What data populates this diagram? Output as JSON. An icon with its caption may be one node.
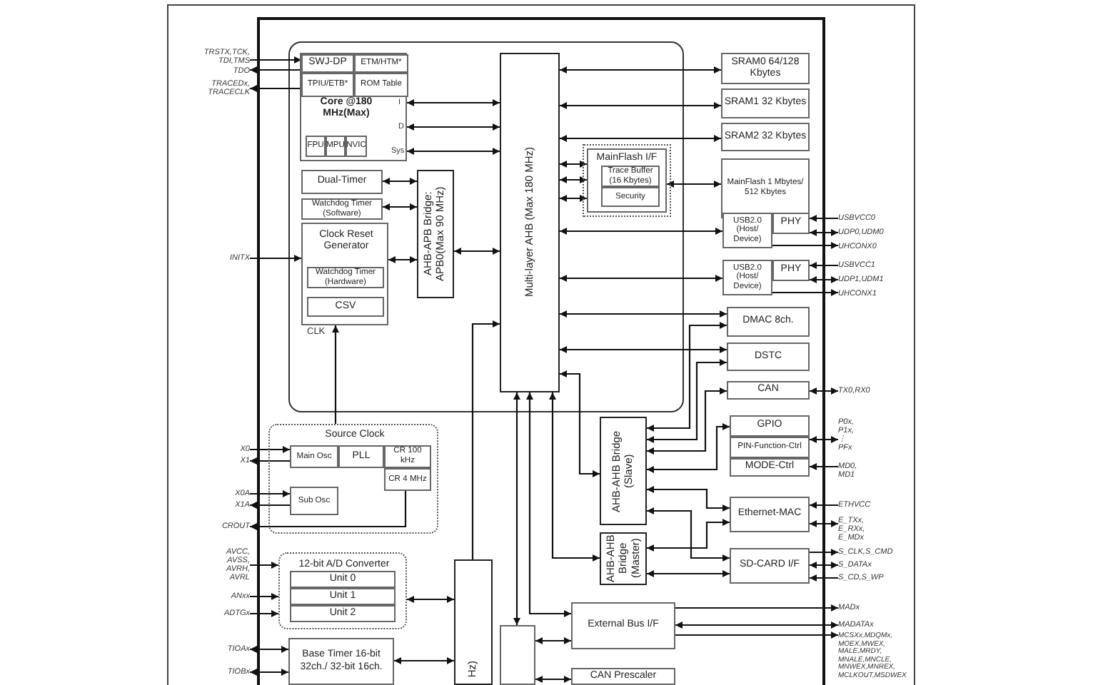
{
  "diagram": {
    "nodes": [
      {
        "text": [
          "Core @180 MHz(Max)"
        ]
      },
      {
        "text": [
          "SWJ-DP"
        ],
        "in": 0
      },
      {
        "text": [
          "ETM/HTM*"
        ],
        "in": 0
      },
      {
        "text": [
          "TPIU/ETB*"
        ],
        "in": 0
      },
      {
        "text": [
          "ROM Table"
        ],
        "in": 0
      },
      {
        "text": [
          "FPU"
        ],
        "in": 0
      },
      {
        "text": [
          "MPU"
        ],
        "in": 0
      },
      {
        "text": [
          "NVIC"
        ],
        "in": 0
      },
      {
        "text": [
          "Dual-Timer"
        ]
      },
      {
        "text": [
          "Watchdog Timer (Software)"
        ]
      },
      {
        "text": [
          "Clock Reset Generator"
        ]
      },
      {
        "text": [
          "Watchdog Timer (Hardware)"
        ],
        "in": 10
      },
      {
        "text": [
          "CSV"
        ],
        "in": 10
      },
      {
        "text": [
          "AHB-APB Bridge: APB0(Max 90 MHz)"
        ]
      },
      {
        "text": [
          "Multi-layer AHB (Max 180 MHz)"
        ]
      },
      {
        "text": [
          "MainFlash I/F"
        ]
      },
      {
        "text": [
          "Trace Buffer (16 Kbytes)"
        ],
        "in": 15
      },
      {
        "text": [
          "Security"
        ],
        "in": 15
      },
      {
        "text": [
          "SRAM0 64/128 Kbytes"
        ]
      },
      {
        "text": [
          "SRAM1 32 Kbytes"
        ]
      },
      {
        "text": [
          "SRAM2 32 Kbytes"
        ]
      },
      {
        "text": [
          "MainFlash 1 Mbytes/ 512 Kbytes"
        ]
      },
      {
        "text": [
          "USB2.0 (Host/ Device)"
        ]
      },
      {
        "text": [
          "PHY"
        ]
      },
      {
        "text": [
          "USB2.0 (Host/ Device)"
        ]
      },
      {
        "text": [
          "PHY"
        ]
      },
      {
        "text": [
          "DMAC 8ch."
        ]
      },
      {
        "text": [
          "DSTC"
        ]
      },
      {
        "text": [
          "CAN"
        ]
      },
      {
        "text": [
          "AHB-AHB Bridge (Slave)"
        ]
      },
      {
        "text": [
          "GPIO"
        ]
      },
      {
        "text": [
          "PIN-Function-Ctrl"
        ]
      },
      {
        "text": [
          "MODE-Ctrl"
        ]
      },
      {
        "text": [
          "Ethernet-MAC"
        ]
      },
      {
        "text": [
          "AHB-AHB Bridge (Master)"
        ]
      },
      {
        "text": [
          "SD-CARD I/F"
        ]
      },
      {
        "text": [
          "Source Clock"
        ]
      },
      {
        "text": [
          "Main Osc"
        ],
        "in": 36
      },
      {
        "text": [
          "PLL"
        ],
        "in": 36
      },
      {
        "text": [
          "CR 100 kHz"
        ],
        "in": 36
      },
      {
        "text": [
          "CR 4 MHz"
        ],
        "in": 36
      },
      {
        "text": [
          "Sub Osc"
        ],
        "in": 36
      },
      {
        "text": [
          "12-bit A/D Converter"
        ]
      },
      {
        "text": [
          "Unit 0"
        ],
        "in": 42
      },
      {
        "text": [
          "Unit 1"
        ],
        "in": 42
      },
      {
        "text": [
          "Unit 2"
        ],
        "in": 42
      },
      {
        "text": [
          "Base Timer 16-bit 32ch./ 32-bit 16ch."
        ]
      },
      {
        "text": [
          "Hz)"
        ]
      },
      {
        "text": [],
        "shape": "box"
      },
      {
        "text": [
          "External Bus I/F"
        ]
      },
      {
        "text": [
          "CAN Prescaler"
        ]
      },
      {
        "text": [
          "TRSTX,TCK, TDI,TMS"
        ]
      },
      {
        "text": [
          "TDO"
        ]
      },
      {
        "text": [
          "TRACEDx, TRACECLK"
        ]
      },
      {
        "text": [
          "INITX"
        ]
      },
      {
        "text": [
          "X0"
        ]
      },
      {
        "text": [
          "X1"
        ]
      },
      {
        "text": [
          "X0A"
        ]
      },
      {
        "text": [
          "X1A"
        ]
      },
      {
        "text": [
          "CROUT"
        ]
      },
      {
        "text": [
          "AVCC, AVSS, AVRH, AVRL"
        ]
      },
      {
        "text": [
          "ANxx"
        ]
      },
      {
        "text": [
          "ADTGx"
        ]
      },
      {
        "text": [
          "TIOAx"
        ]
      },
      {
        "text": [
          "TIOBx"
        ]
      },
      {
        "text": [
          "USBVCC0"
        ]
      },
      {
        "text": [
          "UDP0,UDM0"
        ]
      },
      {
        "text": [
          "UHCONX0"
        ]
      },
      {
        "text": [
          "USBVCC1"
        ]
      },
      {
        "text": [
          "UDP1,UDM1"
        ]
      },
      {
        "text": [
          "UHCONX1"
        ]
      },
      {
        "text": [
          "TX0,RX0"
        ]
      },
      {
        "text": [
          "P0x, P1x, ⋮ PFx"
        ]
      },
      {
        "text": [
          "MD0, MD1"
        ]
      },
      {
        "text": [
          "ETHVCC"
        ]
      },
      {
        "text": [
          "E_TXx, E_RXx, E_MDx"
        ]
      },
      {
        "text": [
          "S_CLK,S_CMD"
        ]
      },
      {
        "text": [
          "S_DATAx"
        ]
      },
      {
        "text": [
          "S_CD,S_WP"
        ]
      },
      {
        "text": [
          "MADx"
        ]
      },
      {
        "text": [
          "MADATAx"
        ]
      },
      {
        "text": [
          "MCSXx,MDQMx, MOEX,MWEX, MALE,MRDY, MNALE,MNCLE, MNWEX,MNREX, MCLKOUT,MSDWEX"
        ]
      }
    ],
    "edges": [
      {
        "from": 51,
        "to": 1,
        "arrow": "to"
      },
      {
        "from": 1,
        "to": 52,
        "arrow": "to"
      },
      {
        "from": 3,
        "to": 53,
        "arrow": "to"
      },
      {
        "from": 0,
        "to": 14,
        "arrow": "both"
      },
      {
        "from": 0,
        "to": 14,
        "arrow": "both"
      },
      {
        "from": 0,
        "to": 14,
        "arrow": "both"
      },
      {
        "from": 8,
        "to": 13,
        "arrow": "both"
      },
      {
        "from": 9,
        "to": 13,
        "arrow": "both"
      },
      {
        "from": 10,
        "to": 13,
        "arrow": "both"
      },
      {
        "from": 13,
        "to": 14,
        "arrow": "both"
      },
      {
        "from": 14,
        "to": 18,
        "arrow": "both"
      },
      {
        "from": 14,
        "to": 19,
        "arrow": "both"
      },
      {
        "from": 14,
        "to": 20,
        "arrow": "both"
      },
      {
        "from": 14,
        "to": 15,
        "arrow": "both"
      },
      {
        "from": 14,
        "to": 15,
        "arrow": "both"
      },
      {
        "from": 14,
        "to": 15,
        "arrow": "both"
      },
      {
        "from": 15,
        "to": 21,
        "arrow": "both"
      },
      {
        "from": 14,
        "to": 22,
        "arrow": "both"
      },
      {
        "from": 14,
        "to": 24,
        "arrow": "both"
      },
      {
        "from": 14,
        "to": 26,
        "arrow": "both"
      },
      {
        "from": 14,
        "to": 27,
        "arrow": "both"
      },
      {
        "from": 14,
        "to": 29,
        "arrow": "both"
      },
      {
        "from": 29,
        "to": 26,
        "arrow": "both"
      },
      {
        "from": 29,
        "to": 27,
        "arrow": "both"
      },
      {
        "from": 29,
        "to": 28,
        "arrow": "both"
      },
      {
        "from": 29,
        "to": 30,
        "arrow": "both"
      },
      {
        "from": 29,
        "to": 33,
        "arrow": "both"
      },
      {
        "from": 29,
        "to": 35,
        "arrow": "both"
      },
      {
        "from": 34,
        "to": 33,
        "arrow": "both"
      },
      {
        "from": 34,
        "to": 35,
        "arrow": "both"
      },
      {
        "from": 14,
        "to": 34,
        "arrow": "both"
      },
      {
        "from": 14,
        "to": 48,
        "arrow": "both"
      },
      {
        "from": 14,
        "to": 49,
        "arrow": "both"
      },
      {
        "from": 48,
        "to": 49,
        "arrow": "both"
      },
      {
        "from": 48,
        "to": 50,
        "arrow": "both"
      },
      {
        "from": 47,
        "to": 14,
        "arrow": "to"
      },
      {
        "from": 47,
        "to": 42,
        "arrow": "both"
      },
      {
        "from": 47,
        "to": 46,
        "arrow": "both"
      },
      {
        "from": 36,
        "to": 10,
        "arrow": "to",
        "label": "CLK"
      },
      {
        "from": 40,
        "to": 59,
        "arrow": "to"
      },
      {
        "from": 54,
        "to": 10,
        "arrow": "to"
      },
      {
        "from": 55,
        "to": 37,
        "arrow": "to"
      },
      {
        "from": 37,
        "to": 56,
        "arrow": "to"
      },
      {
        "from": 57,
        "to": 41,
        "arrow": "to"
      },
      {
        "from": 41,
        "to": 58,
        "arrow": "to"
      },
      {
        "from": 60,
        "to": 42,
        "arrow": "to"
      },
      {
        "from": 61,
        "to": 42,
        "arrow": "to"
      },
      {
        "from": 62,
        "to": 42,
        "arrow": "to"
      },
      {
        "from": 63,
        "to": 46,
        "arrow": "both"
      },
      {
        "from": 64,
        "to": 46,
        "arrow": "both"
      },
      {
        "from": 65,
        "to": 23,
        "arrow": "to"
      },
      {
        "from": 66,
        "to": 23,
        "arrow": "both"
      },
      {
        "from": 22,
        "to": 67,
        "arrow": "to"
      },
      {
        "from": 68,
        "to": 25,
        "arrow": "to"
      },
      {
        "from": 69,
        "to": 25,
        "arrow": "both"
      },
      {
        "from": 24,
        "to": 70,
        "arrow": "to"
      },
      {
        "from": 71,
        "to": 28,
        "arrow": "both"
      },
      {
        "from": 72,
        "to": 31,
        "arrow": "both"
      },
      {
        "from": 73,
        "to": 32,
        "arrow": "to"
      },
      {
        "from": 74,
        "to": 33,
        "arrow": "to"
      },
      {
        "from": 75,
        "to": 33,
        "arrow": "both"
      },
      {
        "from": 35,
        "to": 76,
        "arrow": "to"
      },
      {
        "from": 77,
        "to": 35,
        "arrow": "both"
      },
      {
        "from": 78,
        "to": 35,
        "arrow": "to"
      },
      {
        "from": 49,
        "to": 79,
        "arrow": "to"
      },
      {
        "from": 80,
        "to": 49,
        "arrow": "both"
      },
      {
        "from": 49,
        "to": 81,
        "arrow": "to"
      }
    ],
    "labels": [
      "I",
      "D",
      "Sys"
    ]
  }
}
